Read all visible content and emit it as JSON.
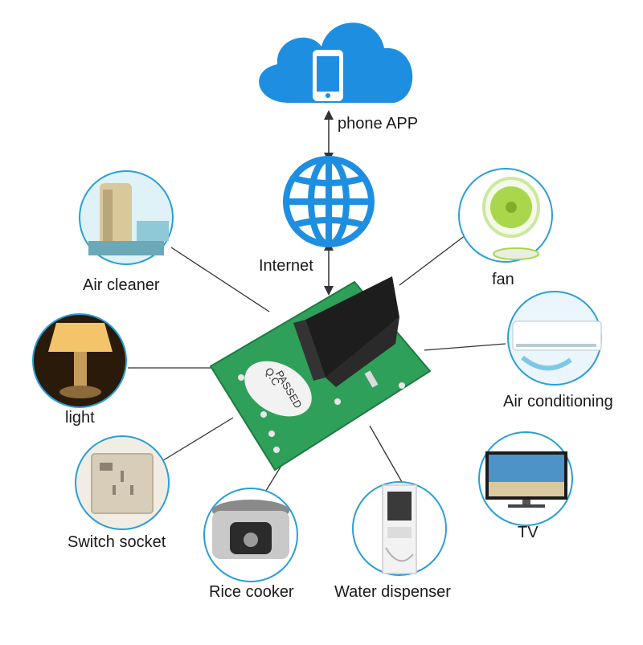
{
  "labels": {
    "phone_app": "phone APP",
    "internet": "Internet",
    "air_cleaner": "Air cleaner",
    "fan": "fan",
    "light": "light",
    "air_conditioning": "Air conditioning",
    "switch_socket": "Switch socket",
    "tv": "TV",
    "rice_cooker": "Rice cooker",
    "water_dispenser": "Water dispenser"
  },
  "module": {
    "stamp_line1": "Q.C",
    "stamp_line2": "PASSED"
  },
  "colors": {
    "cloud": "#1e8fe0",
    "globe": "#1e8fe0",
    "ring": "#2a9fd6",
    "pcb": "#2fa05a",
    "relay": "#222222",
    "connector": "#333333"
  }
}
